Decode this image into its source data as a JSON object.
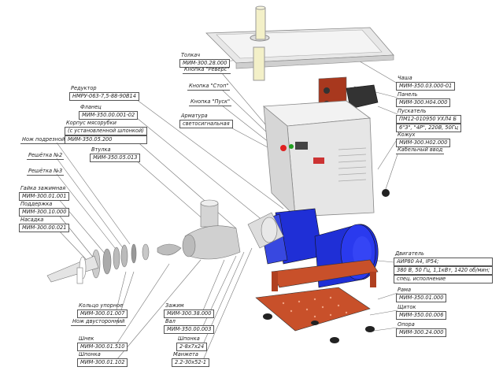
{
  "labels": {
    "tolkach": {
      "name": "Толкач",
      "code": "МИМ-300.28.000"
    },
    "knopka_revers": {
      "name": "Кнопка \"Реверс\""
    },
    "knopka_stop": {
      "name": "Кнопка \"Стоп\""
    },
    "knopka_pusk": {
      "name": "Кнопка \"Пуск\""
    },
    "armatura": {
      "name": "Арматура",
      "code": "светосигнальная"
    },
    "reduktor": {
      "name": "Редуктор",
      "code": "НМРУ-063-7,5-88-90В14"
    },
    "flanec": {
      "name": "Фланец",
      "code": "МИМ-350.00.001-02"
    },
    "korpus": {
      "name": "Корпус мясорубки",
      "name2": "(с установленной шпонкой)",
      "code": "МИМ-350.05.200"
    },
    "nozh_podreznoi": {
      "name": "Нож подрезной"
    },
    "vtulka": {
      "name": "Втулка",
      "code": "МИМ-350.05.013"
    },
    "reshetka2": {
      "name": "Решётка №2"
    },
    "reshetka3": {
      "name": "Решётка №3"
    },
    "gaika": {
      "name": "Гайка зажимная",
      "code": "МИМ-300.01.001"
    },
    "podderzhka": {
      "name": "Поддержка",
      "code": "МИМ-300.10.000"
    },
    "nasadka": {
      "name": "Насадка",
      "code": "МИМ-300.00.021"
    },
    "kolco": {
      "name": "Кольцо упорное",
      "code": "МИМ-300.01.007"
    },
    "nozh_dvust": {
      "name": "Нож двусторонний"
    },
    "shnek": {
      "name": "Шнек",
      "code": "МИМ-300.01.510"
    },
    "shponka1": {
      "name": "Шпонка",
      "code": "МИМ-300.01.102"
    },
    "zazhim": {
      "name": "Зажим",
      "code": "МИМ-300.38.000"
    },
    "val": {
      "name": "Вал",
      "code": "МИМ-350.00.003"
    },
    "shponka2": {
      "name": "Шпонка",
      "code": "2-8х7х24"
    },
    "manzheta": {
      "name": "Манжета",
      "code": "2.2-30х52-1"
    },
    "chasha": {
      "name": "Чаша",
      "code": "МИМ-350.03.000-01"
    },
    "panel": {
      "name": "Панель",
      "code": "МИМ-300.Н04.000"
    },
    "puskatel": {
      "name": "Пускатель",
      "code": "ПМ12-010950 УХЛ4 Б",
      "code2": "6\"З\", \"4Р\", 220В, 50Гц"
    },
    "kozhuh": {
      "name": "Кожух",
      "code": "МИМ-300.Н02.000"
    },
    "kabel": {
      "name": "Кабельный ввод"
    },
    "dvigatel": {
      "name": "Двигатель",
      "l1": "АИР80 А4, IP54;",
      "l2": "380 В, 50 Гц, 1,1кВт, 1420 об/мин;",
      "l3": "спец. исполнение"
    },
    "rama": {
      "name": "Рама",
      "code": "МИМ-350.01.000"
    },
    "shitok": {
      "name": "Щиток",
      "code": "МИМ-350.00.006"
    },
    "opora": {
      "name": "Опора",
      "code": "МИМ-300.24.000"
    }
  },
  "colors": {
    "motor": "#1f2fd6",
    "frame": "#c8502a",
    "housing": "#e6e6e6",
    "panel": "#a8381e",
    "tray": "#e8e8e8",
    "pusher": "#f3f0c8"
  }
}
